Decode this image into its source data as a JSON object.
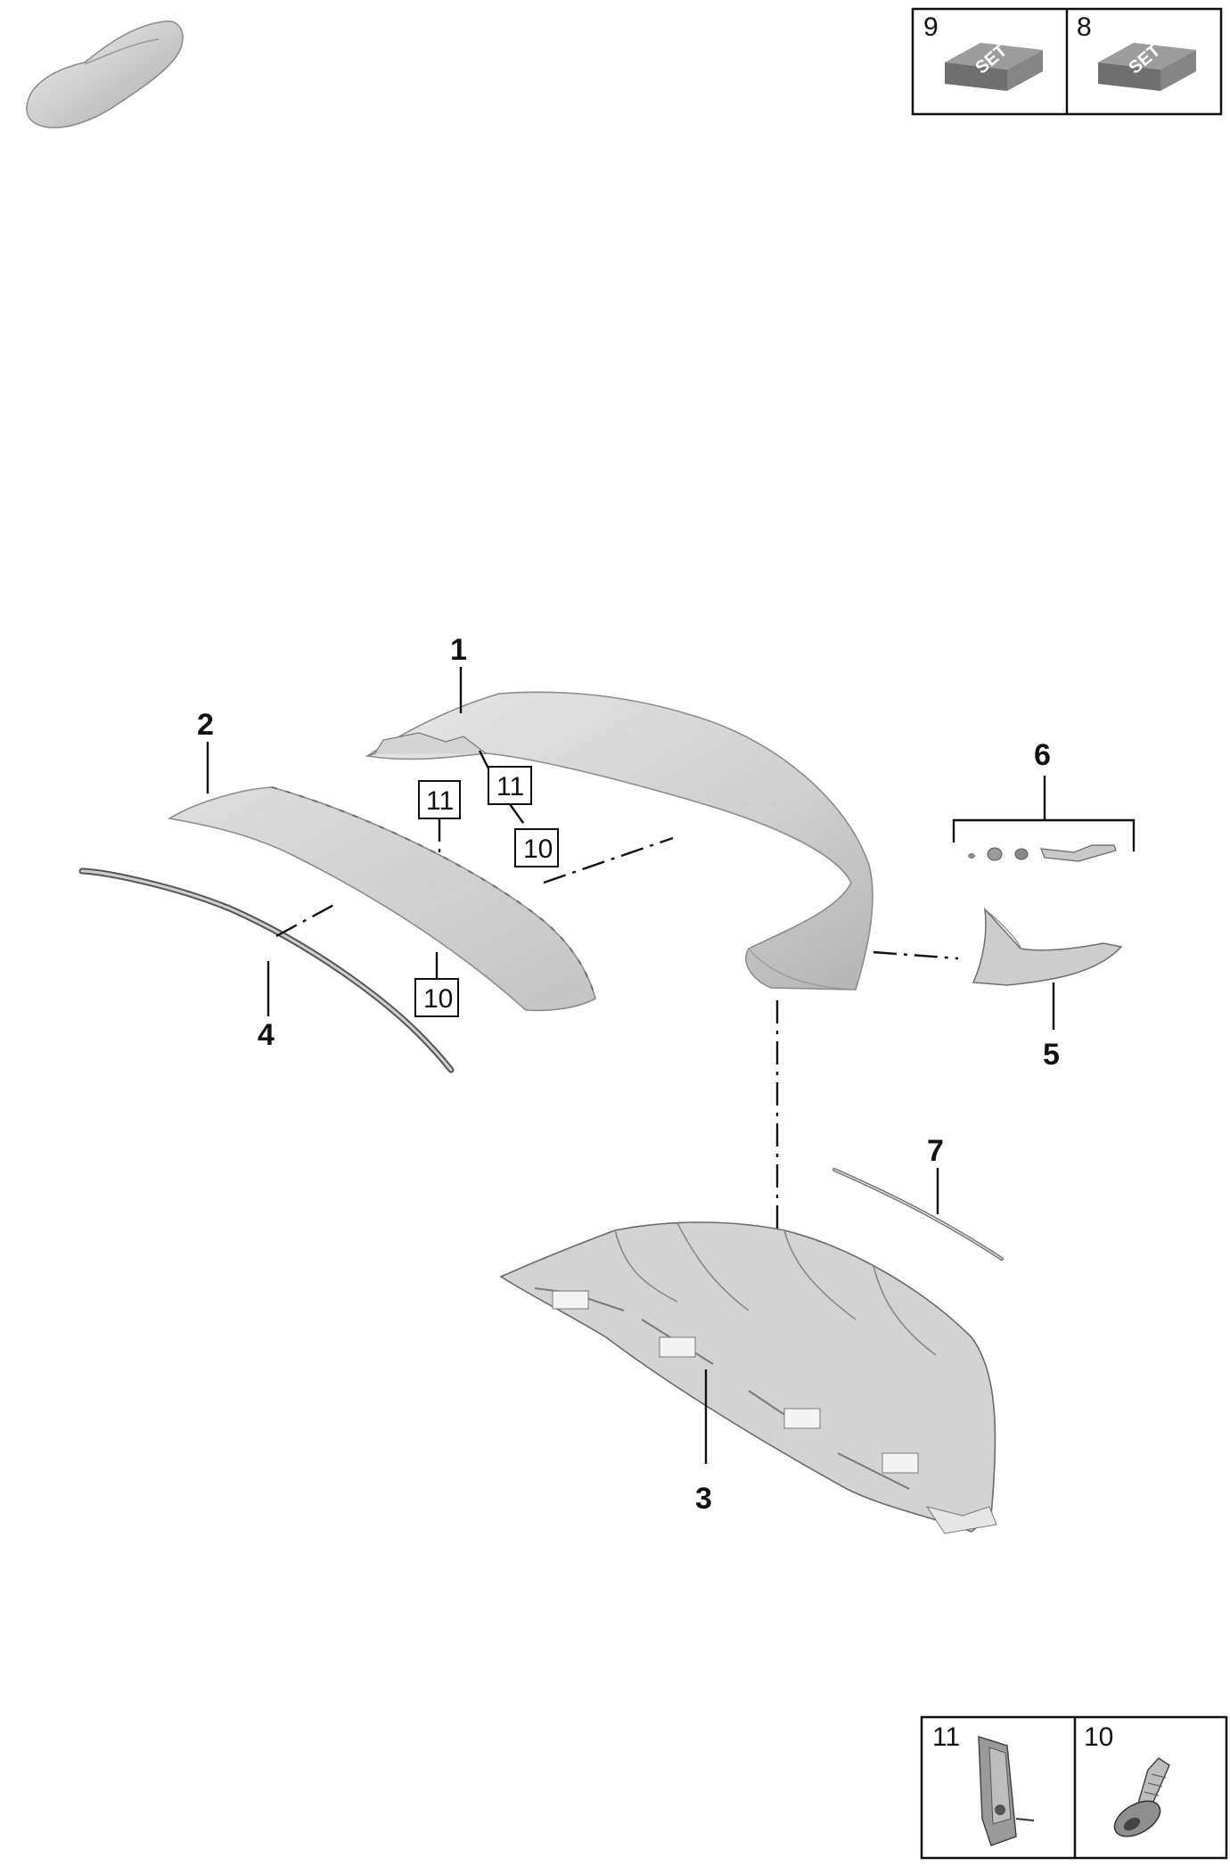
{
  "thumbnail": {
    "icon": "car-silhouette-icon"
  },
  "kits": [
    {
      "number": "9",
      "label": "SET",
      "icon": "kit-box-icon"
    },
    {
      "number": "8",
      "label": "SET",
      "icon": "kit-box-icon"
    }
  ],
  "fasteners": [
    {
      "number": "11",
      "icon": "clip-nut-icon"
    },
    {
      "number": "10",
      "icon": "screw-icon"
    }
  ],
  "callouts": {
    "p1": "1",
    "p2": "2",
    "p3": "3",
    "p4": "4",
    "p5": "5",
    "p6": "6",
    "p7": "7"
  },
  "boxed_callouts": {
    "b11a": "11",
    "b11b": "11",
    "b10a": "10",
    "b10b": "10"
  }
}
